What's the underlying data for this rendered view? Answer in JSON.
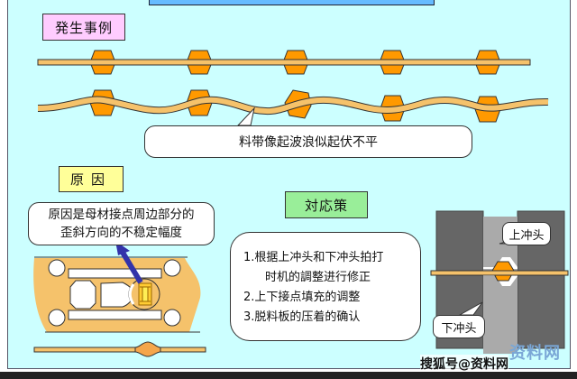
{
  "labels": {
    "occurrence": "発生事例",
    "cause": "原因",
    "countermeasure": "対応策"
  },
  "callouts": {
    "wave": "料带像起波浪似起伏不平",
    "cause_line1": "原因是母材接点周边部分的",
    "cause_line2": "歪斜方向的不稳定幅度",
    "counter_items": [
      "1.根据上冲头和下冲头拍打",
      "时机的調整进行修正",
      "2.上下接点填充的调整",
      "3.脱料板的压着的确认"
    ],
    "upper_punch": "上冲头",
    "lower_punch": "下冲头"
  },
  "watermark": {
    "text": "搜狐号@资料网",
    "logo": "资料网"
  },
  "colors": {
    "background": "#ccffff",
    "strip": "#f5c26b",
    "contact": "#ff9900",
    "arrow": "#3333aa",
    "die_dark": "#666666",
    "die_light": "#aaaaaa"
  }
}
